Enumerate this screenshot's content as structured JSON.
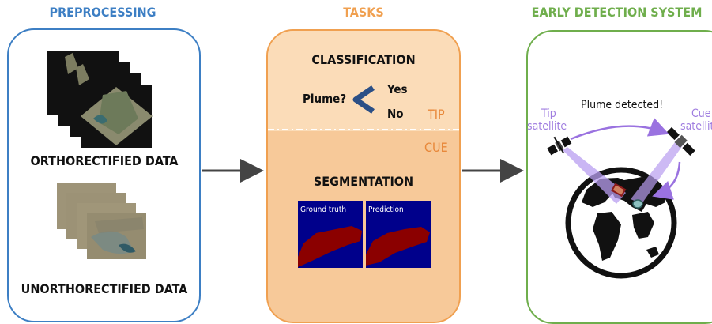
{
  "sections": {
    "preprocessing": {
      "title": "PREPROCESSING",
      "color": "#3d7fc4"
    },
    "tasks": {
      "title": "TASKS",
      "color": "#f0a050"
    },
    "eds": {
      "title": "EARLY DETECTION SYSTEM",
      "color": "#6fae4c"
    }
  },
  "preprocessing": {
    "orthorectified_label": "ORTHORECTIFIED DATA",
    "unorthorectified_label": "UNORTHORECTIFIED DATA"
  },
  "tasks": {
    "classification_title": "CLASSIFICATION",
    "question": "Plume?",
    "yes": "Yes",
    "no": "No",
    "tip_label": "TIP",
    "cue_label": "CUE",
    "segmentation_title": "SEGMENTATION",
    "ground_truth": "Ground truth",
    "prediction": "Prediction"
  },
  "eds": {
    "tip_line1": "Tip",
    "tip_line2": "satellite",
    "cue_line1": "Cue",
    "cue_line2": "satellite",
    "detected": "Plume detected!"
  },
  "colors": {
    "tip_cue_text": "#e8883a",
    "satellite_label": "#a07ee0",
    "chevron": "#2b4f86",
    "seg_background": "#00008b",
    "plume": "#8b0000"
  }
}
